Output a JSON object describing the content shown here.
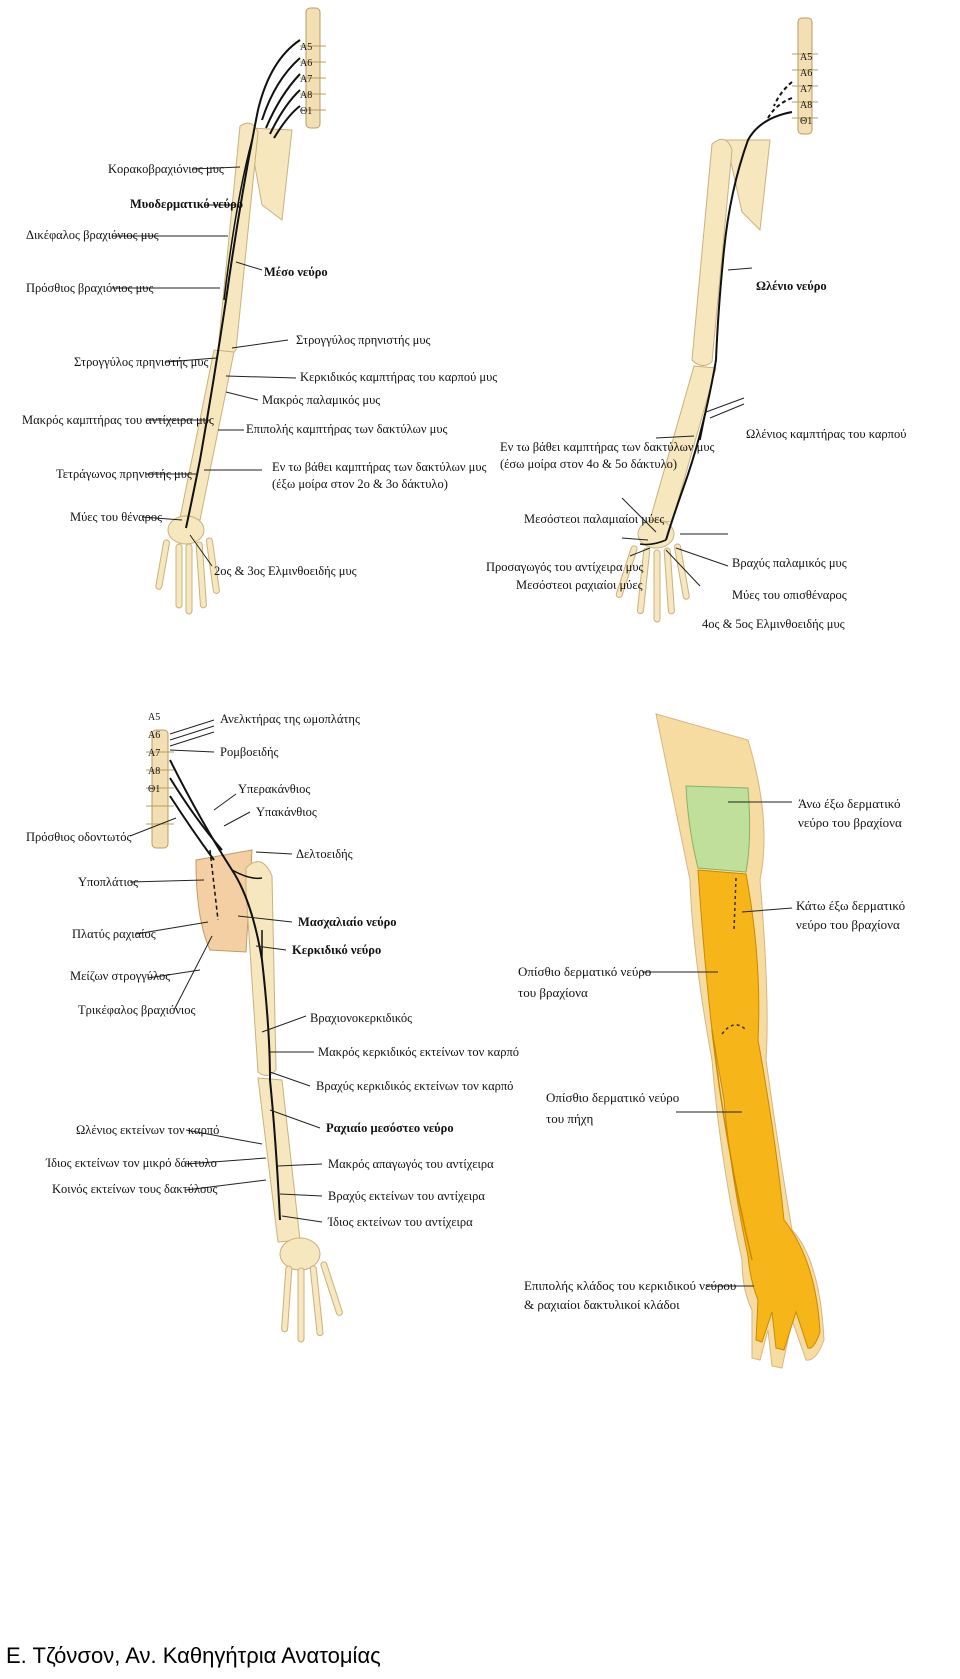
{
  "panels": {
    "median": {
      "vertebrae": [
        "Α5",
        "Α6",
        "Α7",
        "Α8",
        "Θ1"
      ],
      "labels": {
        "coracobrachialis": "Κορακοβραχιόνιος μυς",
        "musculocutaneous": "Μυοδερματικό νεύρο",
        "biceps": "Δικέφαλος βραχιόνιος μυς",
        "median_nerve": "Μέσο νεύρο",
        "brachialis": "Πρόσθιος βραχιόνιος μυς",
        "pronator_teres_r": "Στρογγύλος πρηνιστής μυς",
        "pronator_teres_l": "Στρογγύλος πρηνιστής μυς",
        "fcr": "Κερκιδικός καμπτήρας του καρπού μυς",
        "palmaris_longus": "Μακρός παλαμικός μυς",
        "fpl": "Μακρός καμπτήρας του αντίχειρα μυς",
        "fds": "Επιπολής καμπτήρας των δακτύλων μυς",
        "pronator_quadratus": "Τετράγωνος πρηνιστής μυς",
        "fdp_line1": "Εν τω βάθει καμπτήρας των δακτύλων μυς",
        "fdp_line2": "(έξω μοίρα στον 2ο & 3ο δάκτυλο)",
        "thenar": "Μύες του θέναρος",
        "lumbricals": "2ος & 3ος Ελμινθοειδής μυς"
      }
    },
    "ulnar": {
      "vertebrae": [
        "Α5",
        "Α6",
        "Α7",
        "Α8",
        "Θ1"
      ],
      "labels": {
        "ulnar_nerve": "Ωλένιο νεύρο",
        "fcu": "Ωλένιος καμπτήρας του καρπού",
        "fdp_line1": "Εν τω βάθει καμπτήρας των δακτύλων μυς",
        "fdp_line2": "(έσω μοίρα στον 4ο & 5ο δάκτυλο)",
        "palmar_interossei": "Μεσόστεοι παλαμιαίοι μύες",
        "palmaris_brevis": "Βραχύς παλαμικός μυς",
        "adductor_pollicis": "Προσαγωγός του αντίχειρα μυς",
        "dorsal_interossei": "Μεσόστεοι ραχιαίοι μύες",
        "hypothenar": "Μύες του οπισθέναρος",
        "lumbricals": "4ος & 5ος Ελμινθοειδής μυς"
      }
    },
    "radial": {
      "vertebrae": [
        "Α5",
        "Α6",
        "Α7",
        "Α8",
        "Θ1"
      ],
      "labels": {
        "levator_scapulae": "Ανελκτήρας της ωμοπλάτης",
        "rhomboids": "Ρομβοειδής",
        "supraspinatus": "Υπερακάνθιος",
        "infraspinatus": "Υπακάνθιος",
        "serratus_anterior": "Πρόσθιος οδοντωτός",
        "deltoid": "Δελτοειδής",
        "subscapularis": "Υποπλάτιος",
        "axillary_nerve": "Μασχαλιαίο νεύρο",
        "latissimus": "Πλατύς ραχιαίος",
        "radial_nerve": "Κερκιδικό νεύρο",
        "teres_major": "Μείζων στρογγύλος",
        "triceps": "Τρικέφαλος βραχιόνιος",
        "brachioradialis": "Βραχιονοκερκιδικός",
        "ecrl": "Μακρός κερκιδικός εκτείνων τον καρπό",
        "ecrb": "Βραχύς κερκιδικός εκτείνων τον καρπό",
        "ecu": "Ωλένιος εκτείνων τον καρπό",
        "pin": "Ραχιαίο μεσόστεο νεύρο",
        "edm": "Ίδιος εκτείνων τον μικρό δάκτυλο",
        "apl": "Μακρός απαγωγός του αντίχειρα",
        "ed": "Κοινός εκτείνων τους δακτύλους",
        "epb": "Βραχύς εκτείνων του αντίχειρα",
        "epl": "Ίδιος εκτείνων του αντίχειρα"
      }
    },
    "dermatome": {
      "labels": {
        "upper_lateral_1": "Άνω έξω δερματικό",
        "upper_lateral_2": "νεύρο του βραχίονα",
        "lower_lateral_1": "Κάτω έξω δερματικό",
        "lower_lateral_2": "νεύρο του βραχίονα",
        "posterior_arm_1": "Οπίσθιο δερματικό νεύρο",
        "posterior_arm_2": "του βραχίονα",
        "posterior_forearm_1": "Οπίσθιο δερματικό νεύρο",
        "posterior_forearm_2": "του πήχη",
        "superficial_1": "Επιπολής κλάδος του κερκιδικού νεύρου",
        "superficial_2": "& ραχιαίοι δακτυλικοί κλάδοι"
      },
      "colors": {
        "skin": "#f7dca2",
        "green": "#bfdf9a",
        "orange": "#f6b518"
      }
    }
  },
  "colors": {
    "bone": "#f6e7bf",
    "bone_edge": "#c9b27c",
    "scapula": "#f3cfa3",
    "nerve": "#111111"
  },
  "footer": "Ε. Τζόνσον, Αν. Καθηγήτρια Ανατομίας"
}
